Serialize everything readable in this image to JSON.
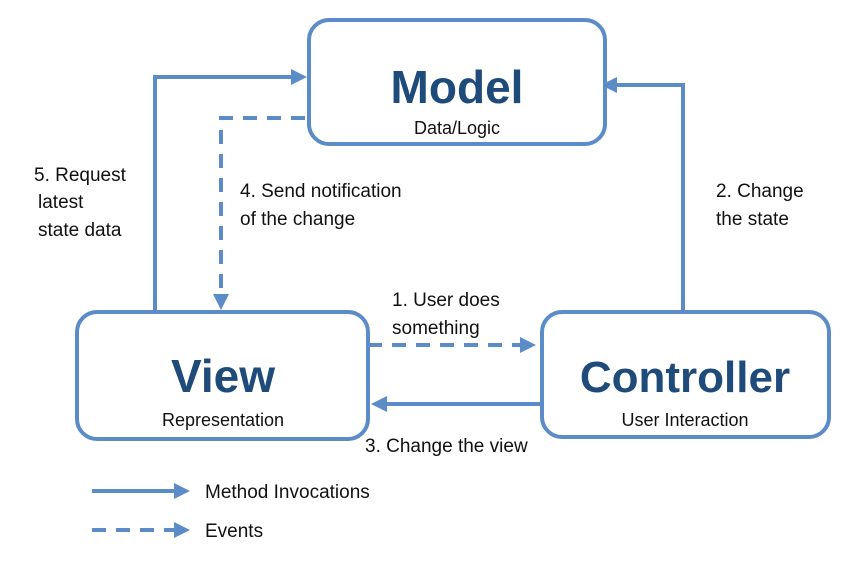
{
  "colors": {
    "stroke": "#5b8cc8",
    "title": "#1f4b7a",
    "box_fill": "#ffffff",
    "text": "#111111"
  },
  "boxes": {
    "model": {
      "title": "Model",
      "subtitle": "Data/Logic"
    },
    "view": {
      "title": "View",
      "subtitle": "Representation"
    },
    "controller": {
      "title": "Controller",
      "subtitle": "User Interaction"
    }
  },
  "edges": {
    "user_action": {
      "lines": [
        "1.  User does",
        "something"
      ],
      "style": "dashed"
    },
    "change_state": {
      "lines": [
        "2. Change",
        "the state"
      ],
      "style": "solid"
    },
    "change_view": {
      "lines": [
        "3. Change the view"
      ],
      "style": "solid"
    },
    "notify": {
      "lines": [
        "4. Send notification",
        "of the change"
      ],
      "style": "dashed"
    },
    "request_data": {
      "lines": [
        "5. Request",
        " latest",
        "state data"
      ],
      "style": "solid"
    }
  },
  "legend": {
    "method": {
      "label": "Method Invocations",
      "style": "solid"
    },
    "events": {
      "label": "Events",
      "style": "dashed"
    }
  }
}
